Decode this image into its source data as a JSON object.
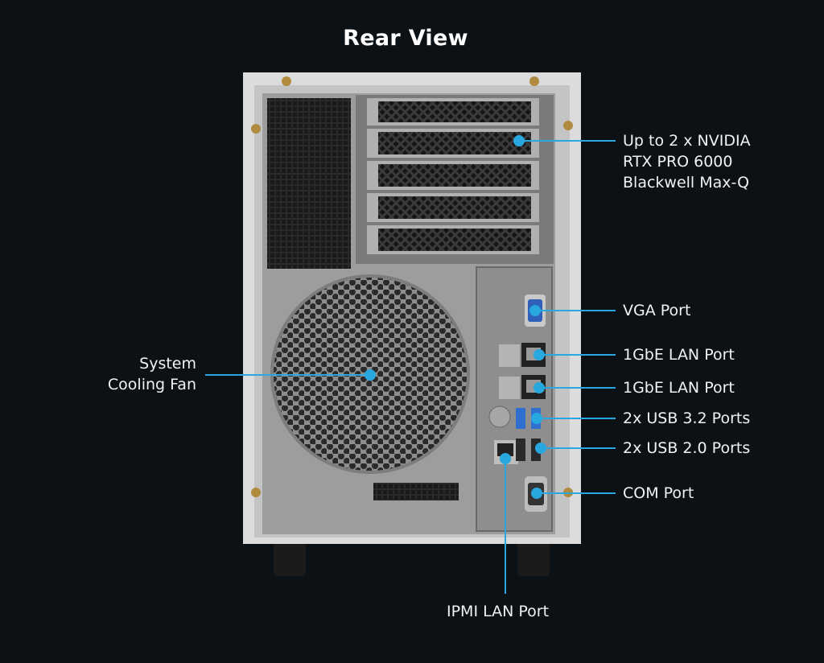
{
  "title": "Rear View",
  "accent_color": "#29a8e0",
  "callouts": {
    "gpu": "Up to 2 x NVIDIA\nRTX PRO 6000\nBlackwell Max-Q",
    "vga": "VGA Port",
    "lan1": "1GbE LAN Port",
    "lan2": "1GbE LAN Port",
    "usb3": "2x USB 3.2 Ports",
    "usb2": "2x USB 2.0 Ports",
    "com": "COM Port",
    "fan": "System\nCooling Fan",
    "ipmi": "IPMI LAN Port"
  }
}
